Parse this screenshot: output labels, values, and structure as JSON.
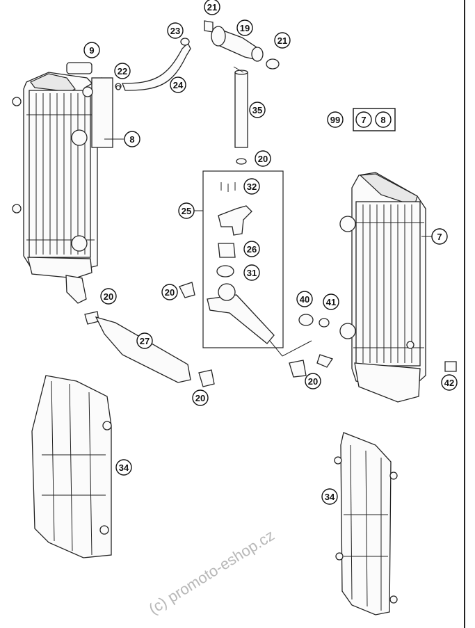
{
  "callouts": [
    {
      "id": "c21a",
      "label": "21"
    },
    {
      "id": "c23",
      "label": "23"
    },
    {
      "id": "c19",
      "label": "19"
    },
    {
      "id": "c21b",
      "label": "21"
    },
    {
      "id": "c9",
      "label": "9"
    },
    {
      "id": "c22",
      "label": "22"
    },
    {
      "id": "c24",
      "label": "24"
    },
    {
      "id": "c35",
      "label": "35"
    },
    {
      "id": "c99",
      "label": "99"
    },
    {
      "id": "c7box",
      "label": "7"
    },
    {
      "id": "c8box",
      "label": "8"
    },
    {
      "id": "c8",
      "label": "8"
    },
    {
      "id": "c20a",
      "label": "20"
    },
    {
      "id": "c32",
      "label": "32"
    },
    {
      "id": "c25",
      "label": "25"
    },
    {
      "id": "c7",
      "label": "7"
    },
    {
      "id": "c26",
      "label": "26"
    },
    {
      "id": "c31",
      "label": "31"
    },
    {
      "id": "c20b",
      "label": "20"
    },
    {
      "id": "c20c",
      "label": "20"
    },
    {
      "id": "c40",
      "label": "40"
    },
    {
      "id": "c41",
      "label": "41"
    },
    {
      "id": "c27",
      "label": "27"
    },
    {
      "id": "c20d",
      "label": "20"
    },
    {
      "id": "c20e",
      "label": "20"
    },
    {
      "id": "c42",
      "label": "42"
    },
    {
      "id": "c34a",
      "label": "34"
    },
    {
      "id": "c34b",
      "label": "34"
    }
  ],
  "watermark": "(c) promoto-eshop.cz"
}
